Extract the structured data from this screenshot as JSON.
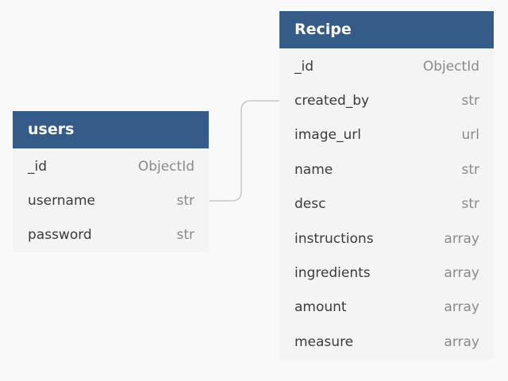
{
  "colors": {
    "background": "#f9f9f9",
    "header": "#355b89",
    "table_body": "#f4f4f4",
    "connector": "#c8c8c8"
  },
  "tables": {
    "users": {
      "title": "users",
      "fields": [
        {
          "name": "_id",
          "type": "ObjectId"
        },
        {
          "name": "username",
          "type": "str"
        },
        {
          "name": "password",
          "type": "str"
        }
      ]
    },
    "recipe": {
      "title": "Recipe",
      "fields": [
        {
          "name": "_id",
          "type": "ObjectId"
        },
        {
          "name": "created_by",
          "type": "str"
        },
        {
          "name": "image_url",
          "type": "url"
        },
        {
          "name": "name",
          "type": "str"
        },
        {
          "name": "desc",
          "type": "str"
        },
        {
          "name": "instructions",
          "type": "array"
        },
        {
          "name": "ingredients",
          "type": "array"
        },
        {
          "name": "amount",
          "type": "array"
        },
        {
          "name": "measure",
          "type": "array"
        }
      ]
    }
  },
  "relations": [
    {
      "from": "users.username",
      "to": "Recipe.created_by"
    }
  ]
}
